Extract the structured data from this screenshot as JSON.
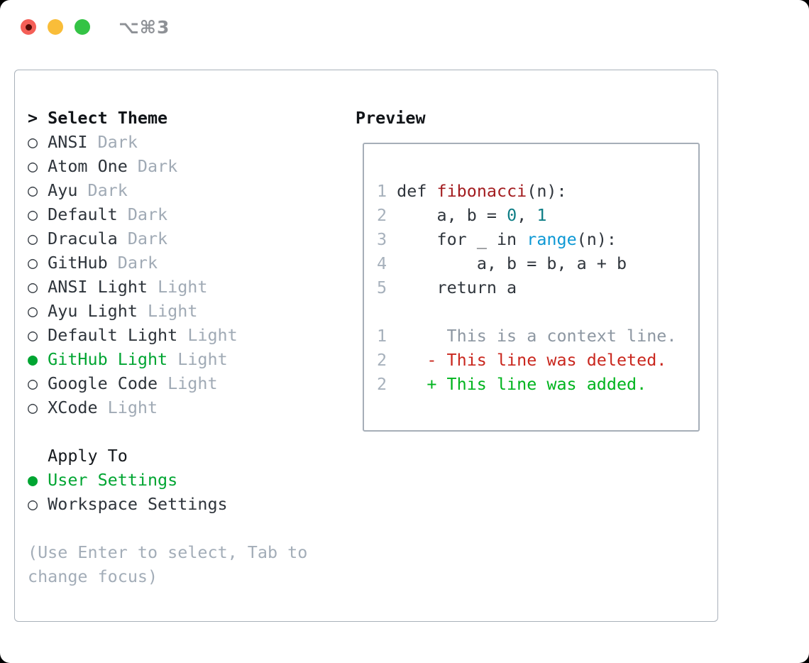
{
  "window": {
    "shortcut_label": "⌥⌘3"
  },
  "icons": {
    "radio_selected": "●",
    "radio_unselected": "○",
    "header_caret": ">"
  },
  "colors": {
    "selected_green": "#00a532",
    "diff_added_green": "#00b41e",
    "diff_deleted_red": "#c9271e",
    "function_red": "#a31d20",
    "number_teal": "#0f7e86",
    "builtin_blue": "#0d98d4",
    "muted_gray": "#a0aab5",
    "text_dark": "#30363d",
    "traffic_red": "#f45f57",
    "traffic_yellow": "#f9bd39",
    "traffic_green": "#34c345"
  },
  "theme_panel": {
    "title": "Select Theme",
    "themes": [
      {
        "name": "ANSI",
        "variant": "Dark",
        "selected": false
      },
      {
        "name": "Atom One",
        "variant": "Dark",
        "selected": false
      },
      {
        "name": "Ayu",
        "variant": "Dark",
        "selected": false
      },
      {
        "name": "Default",
        "variant": "Dark",
        "selected": false
      },
      {
        "name": "Dracula",
        "variant": "Dark",
        "selected": false
      },
      {
        "name": "GitHub",
        "variant": "Dark",
        "selected": false
      },
      {
        "name": "ANSI Light",
        "variant": "Light",
        "selected": false
      },
      {
        "name": "Ayu Light",
        "variant": "Light",
        "selected": false
      },
      {
        "name": "Default Light",
        "variant": "Light",
        "selected": false
      },
      {
        "name": "GitHub Light",
        "variant": "Light",
        "selected": true
      },
      {
        "name": "Google Code",
        "variant": "Light",
        "selected": false
      },
      {
        "name": "XCode",
        "variant": "Light",
        "selected": false
      }
    ],
    "apply_to": {
      "title": "Apply To",
      "options": [
        {
          "name": "User Settings",
          "selected": true
        },
        {
          "name": "Workspace Settings",
          "selected": false
        }
      ]
    },
    "hint_line1": "(Use Enter to select, Tab to",
    "hint_line2": "change focus)"
  },
  "preview": {
    "title": "Preview",
    "code_lines": [
      {
        "num": "1",
        "segs": [
          {
            "t": "def ",
            "c": "fg"
          },
          {
            "t": "fibonacci",
            "c": "func-red"
          },
          {
            "t": "(n):",
            "c": "fg"
          }
        ]
      },
      {
        "num": "2",
        "segs": [
          {
            "t": "    a, b = ",
            "c": "fg"
          },
          {
            "t": "0",
            "c": "num-teal"
          },
          {
            "t": ", ",
            "c": "fg"
          },
          {
            "t": "1",
            "c": "num-teal"
          }
        ]
      },
      {
        "num": "3",
        "segs": [
          {
            "t": "    for _ in ",
            "c": "fg"
          },
          {
            "t": "range",
            "c": "builtin-blue"
          },
          {
            "t": "(n):",
            "c": "fg"
          }
        ]
      },
      {
        "num": "4",
        "segs": [
          {
            "t": "        a, b = b, a + b",
            "c": "fg"
          }
        ]
      },
      {
        "num": "5",
        "segs": [
          {
            "t": "    return a",
            "c": "fg"
          }
        ]
      }
    ],
    "diff_lines": [
      {
        "num": "1",
        "marker": " ",
        "text": "This is a context line.",
        "kind": "context"
      },
      {
        "num": "2",
        "marker": "-",
        "text": "This line was deleted.",
        "kind": "deleted"
      },
      {
        "num": "2",
        "marker": "+",
        "text": "This line was added.",
        "kind": "added"
      }
    ]
  }
}
